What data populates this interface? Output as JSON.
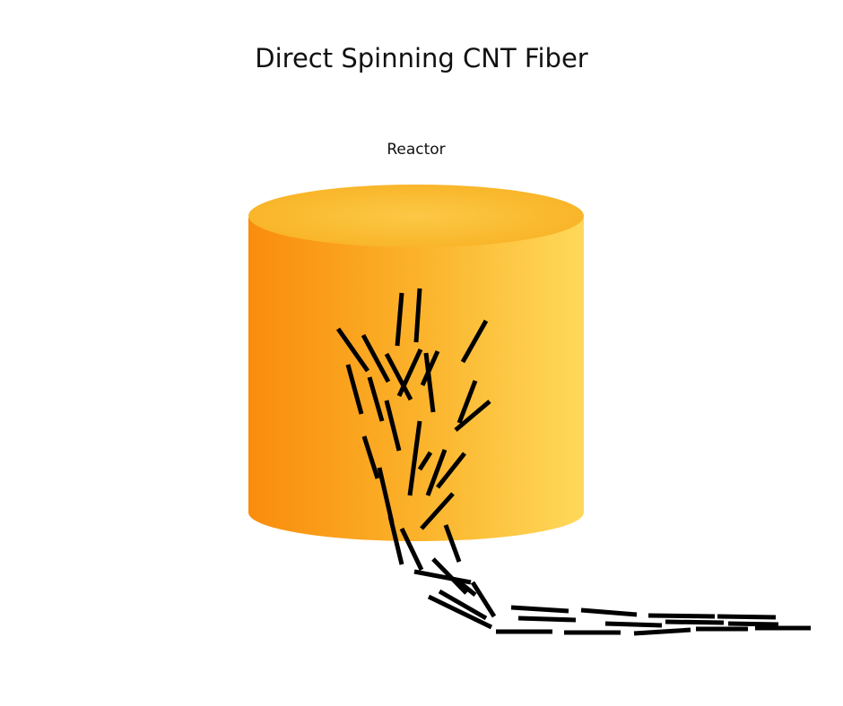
{
  "title": "Direct Spinning CNT Fiber",
  "reactor": {
    "label": "Reactor",
    "colors": {
      "body_left": "#fa8c0c",
      "body_mid": "#fbb22a",
      "body_right": "#ffd95a",
      "top_center": "#fcc845",
      "top_edge": "#f8b224"
    }
  },
  "fibers": {
    "color": "#000000",
    "icon": "carbon-nanotube-strands"
  }
}
